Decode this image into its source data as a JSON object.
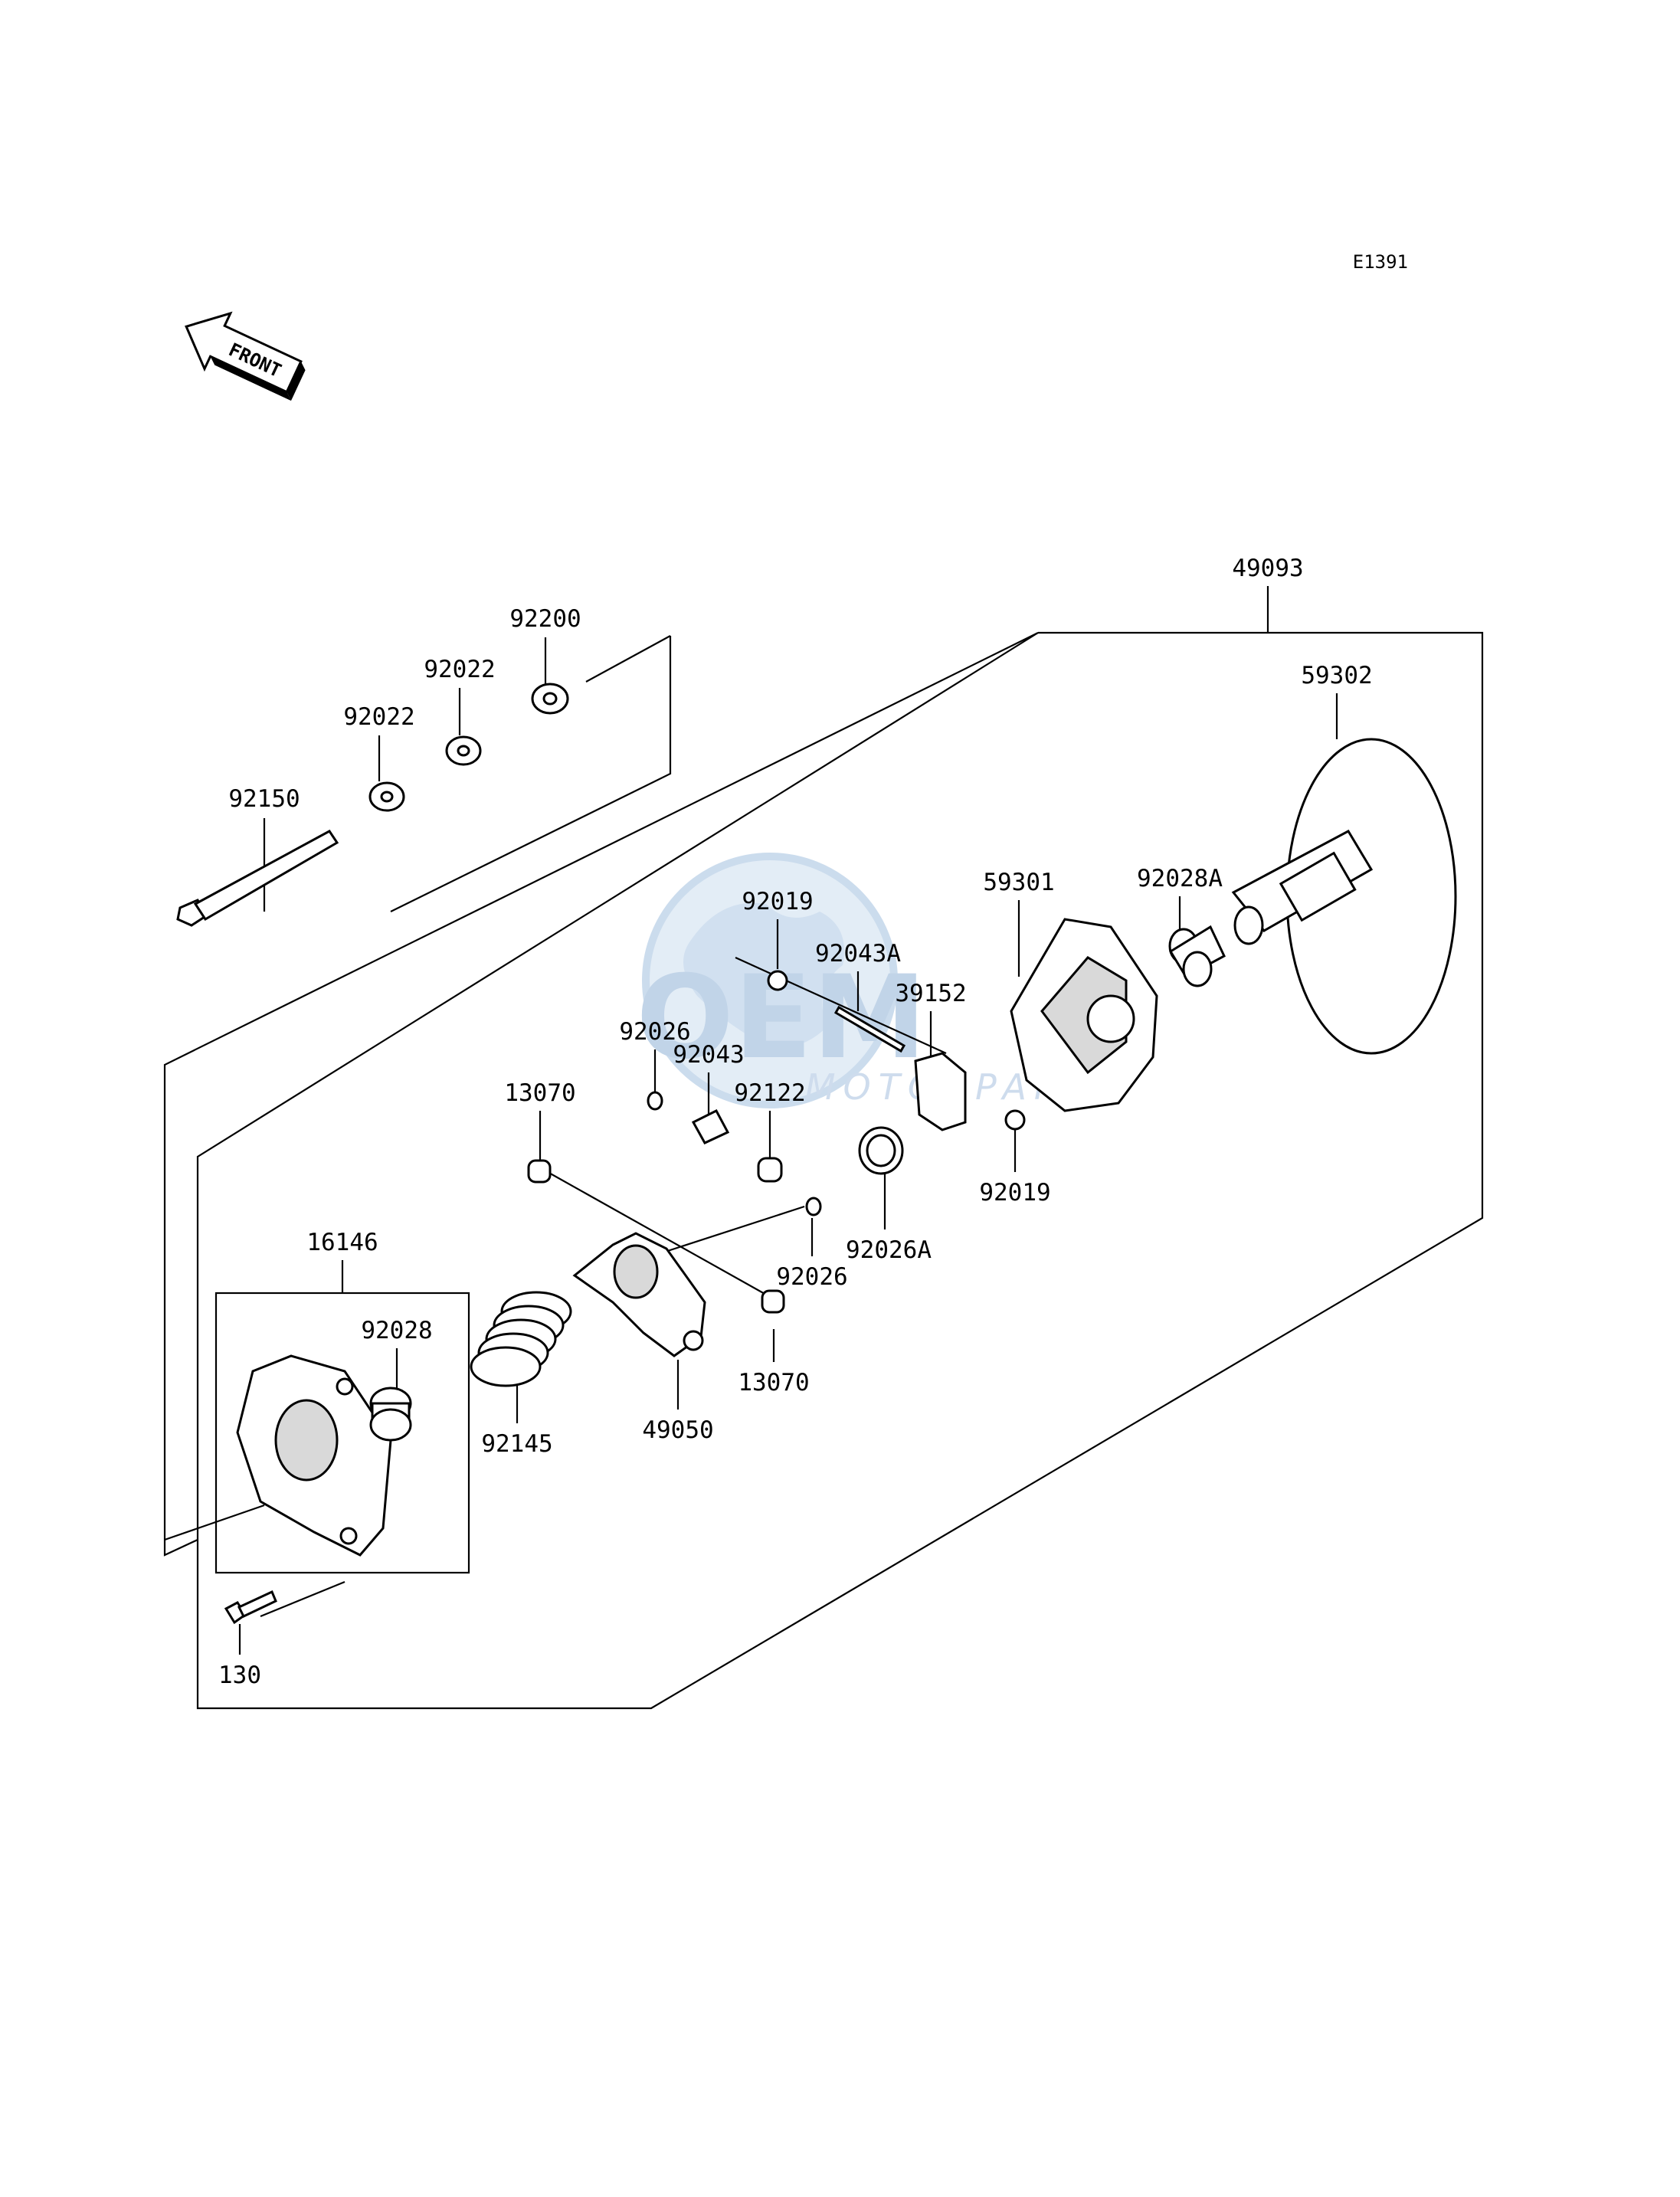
{
  "diagram_code": "E1391",
  "front_arrow_label": "FRONT",
  "watermark": {
    "brand": "OEM",
    "subtitle": "MOTORPARTS"
  },
  "callouts": [
    "49093",
    "59302",
    "92200",
    "92022",
    "92022",
    "92150",
    "59301",
    "92028A",
    "92019",
    "92043A",
    "39152",
    "92026",
    "92043",
    "92122",
    "13070",
    "92019",
    "92026A",
    "92026",
    "16146",
    "92028",
    "49050",
    "13070",
    "92145",
    "130"
  ]
}
